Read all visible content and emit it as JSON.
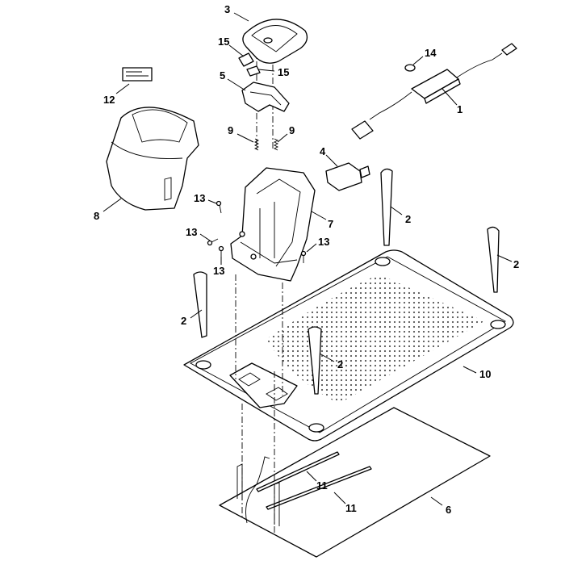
{
  "callouts": [
    {
      "id": "c3",
      "label": "3"
    },
    {
      "id": "c15a",
      "label": "15"
    },
    {
      "id": "c15b",
      "label": "15"
    },
    {
      "id": "c5",
      "label": "5"
    },
    {
      "id": "c12",
      "label": "12"
    },
    {
      "id": "c14",
      "label": "14"
    },
    {
      "id": "c1",
      "label": "1"
    },
    {
      "id": "c9a",
      "label": "9"
    },
    {
      "id": "c9b",
      "label": "9"
    },
    {
      "id": "c4",
      "label": "4"
    },
    {
      "id": "c8",
      "label": "8"
    },
    {
      "id": "c13a",
      "label": "13"
    },
    {
      "id": "c7",
      "label": "7"
    },
    {
      "id": "c13b",
      "label": "13"
    },
    {
      "id": "c13c",
      "label": "13"
    },
    {
      "id": "c13d",
      "label": "13"
    },
    {
      "id": "c2a",
      "label": "2"
    },
    {
      "id": "c2b",
      "label": "2"
    },
    {
      "id": "c2c",
      "label": "2"
    },
    {
      "id": "c2d",
      "label": "2"
    },
    {
      "id": "c10",
      "label": "10"
    },
    {
      "id": "c11a",
      "label": "11"
    },
    {
      "id": "c11b",
      "label": "11"
    },
    {
      "id": "c6",
      "label": "6"
    }
  ]
}
